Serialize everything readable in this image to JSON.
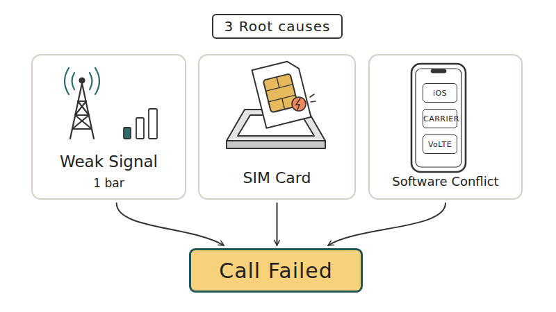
{
  "diagram": {
    "title": "3 Root causes",
    "nodes": [
      {
        "text": [
          "Weak Signal",
          "1 bar"
        ]
      },
      {
        "text": [
          "SIM Card"
        ]
      },
      {
        "text": [
          "Software Conflict"
        ]
      },
      {
        "text": [
          "iOS"
        ],
        "in": 2
      },
      {
        "text": [
          "CARRIER"
        ],
        "in": 2
      },
      {
        "text": [
          "VoLTE"
        ],
        "in": 2
      },
      {
        "text": [
          "Call Failed"
        ]
      }
    ],
    "edges": [
      {
        "from": 0,
        "to": 6,
        "arrow": "to"
      },
      {
        "from": 1,
        "to": 6,
        "arrow": "to"
      },
      {
        "from": 2,
        "to": 6,
        "arrow": "to"
      }
    ]
  }
}
